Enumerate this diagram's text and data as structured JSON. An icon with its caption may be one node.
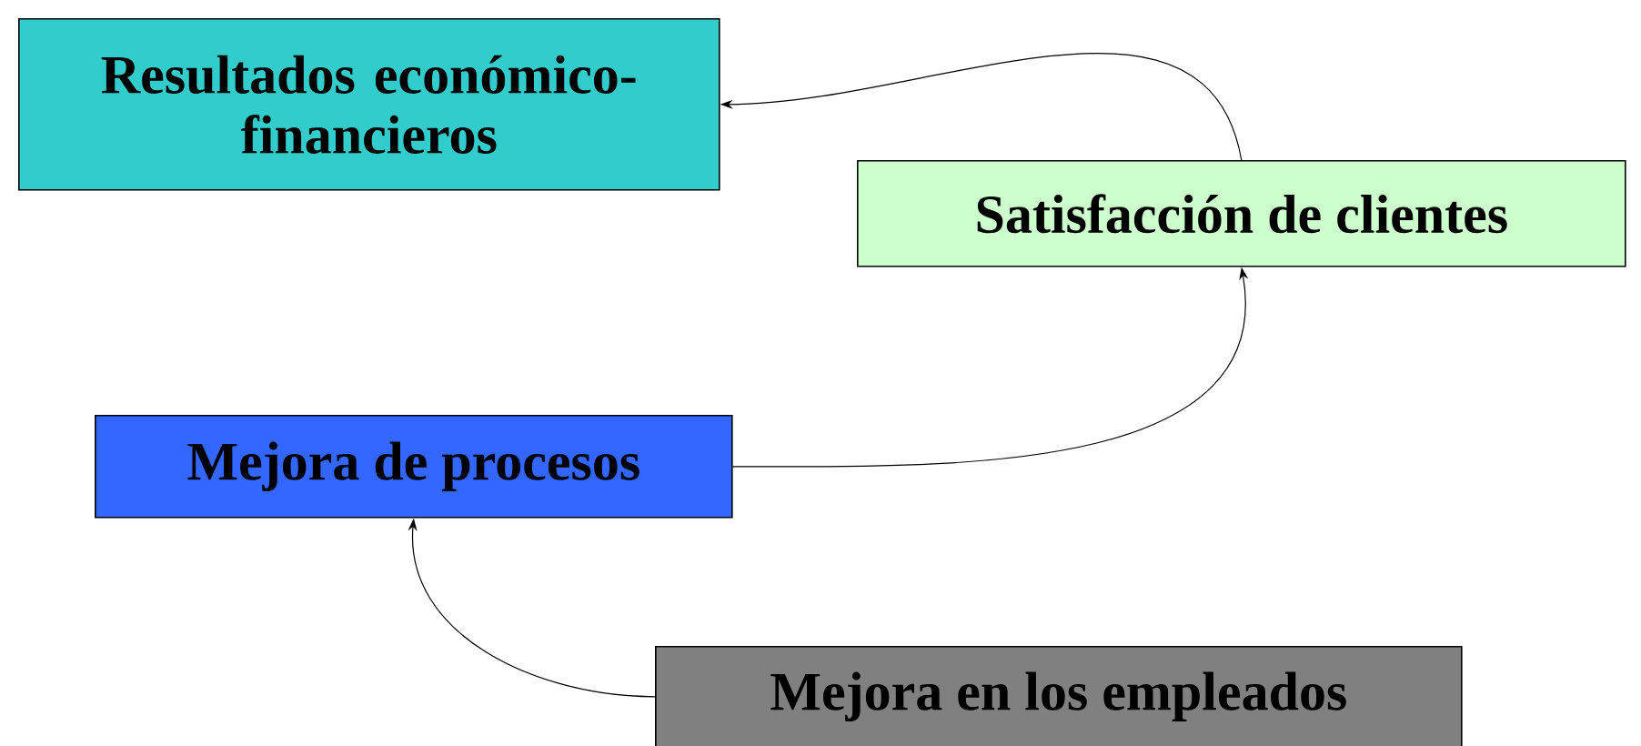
{
  "diagram": {
    "nodes": [
      {
        "text": [
          "Resultados económico-financieros"
        ]
      },
      {
        "text": [
          "Satisfacción de clientes"
        ]
      },
      {
        "text": [
          "Mejora de procesos"
        ]
      },
      {
        "text": [
          "Mejora en los empleados"
        ]
      }
    ],
    "edges": [
      {
        "from": 1,
        "to": 0,
        "arrow": "to"
      },
      {
        "from": 2,
        "to": 1,
        "arrow": "to"
      },
      {
        "from": 3,
        "to": 2,
        "arrow": "to"
      }
    ]
  }
}
